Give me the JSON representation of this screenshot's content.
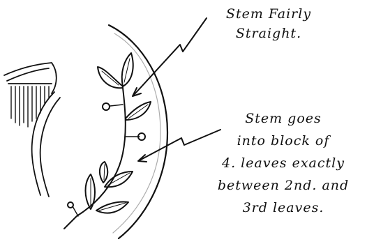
{
  "annotations": {
    "top": {
      "lines": [
        "Stem Fairly",
        "Straight."
      ]
    },
    "bottom": {
      "lines": [
        "Stem goes",
        "into block of",
        "4. leaves exactly",
        "between 2nd. and",
        "3rd leaves."
      ]
    }
  },
  "colors": {
    "ink": "#111111",
    "paper": "#ffffff"
  }
}
